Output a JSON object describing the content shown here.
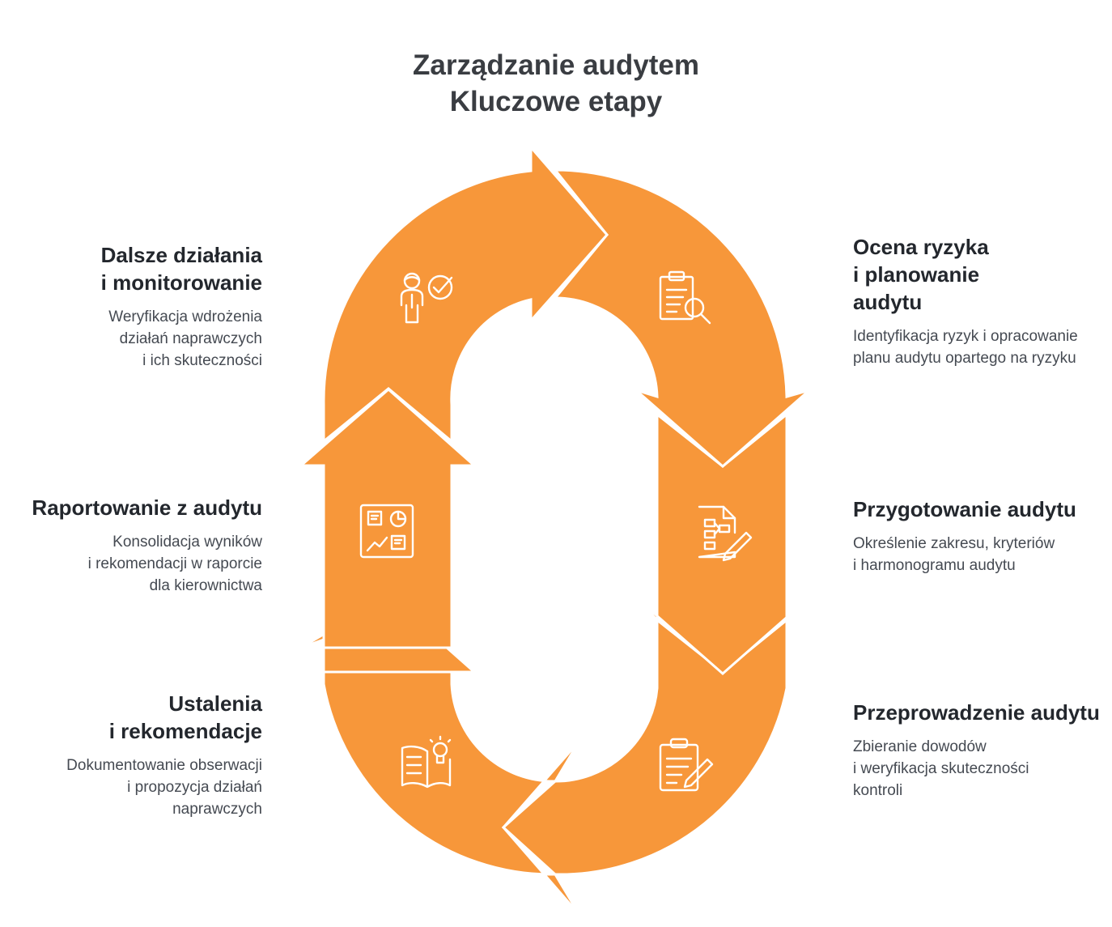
{
  "title": {
    "line1": "Zarządzanie audytem",
    "line2": "Kluczowe etapy"
  },
  "colors": {
    "accent": "#F7973A",
    "icon_stroke": "#ffffff",
    "heading": "#23272d",
    "body_text": "#454a52"
  },
  "steps": [
    {
      "id": "risk-assessment",
      "title_lines": [
        "Ocena ryzyka",
        "i planowanie",
        "audytu"
      ],
      "desc_lines": [
        "Identyfikacja ryzyk i opracowanie",
        "planu audytu opartego na ryzyku"
      ],
      "icon": "clipboard-search-icon"
    },
    {
      "id": "preparation",
      "title_lines": [
        "Przygotowanie audytu"
      ],
      "desc_lines": [
        "Określenie zakresu, kryteriów",
        "i harmonogramu audytu"
      ],
      "icon": "document-flowchart-pencil-icon"
    },
    {
      "id": "execution",
      "title_lines": [
        "Przeprowadzenie audytu"
      ],
      "desc_lines": [
        "Zbieranie dowodów",
        "i weryfikacja skuteczności",
        "kontroli"
      ],
      "icon": "clipboard-pencil-icon"
    },
    {
      "id": "findings",
      "title_lines": [
        "Ustalenia",
        "i rekomendacje"
      ],
      "desc_lines": [
        "Dokumentowanie obserwacji",
        "i propozycja działań",
        "naprawczych"
      ],
      "icon": "book-lightbulb-icon"
    },
    {
      "id": "reporting",
      "title_lines": [
        "Raportowanie z audytu"
      ],
      "desc_lines": [
        "Konsolidacja wyników",
        "i rekomendacji w raporcie",
        "dla kierownictwa"
      ],
      "icon": "report-dashboard-icon"
    },
    {
      "id": "follow-up",
      "title_lines": [
        "Dalsze działania",
        "i monitorowanie"
      ],
      "desc_lines": [
        "Weryfikacja wdrożenia",
        "działań naprawczych",
        "i ich skuteczności"
      ],
      "icon": "person-checkmark-icon"
    }
  ]
}
